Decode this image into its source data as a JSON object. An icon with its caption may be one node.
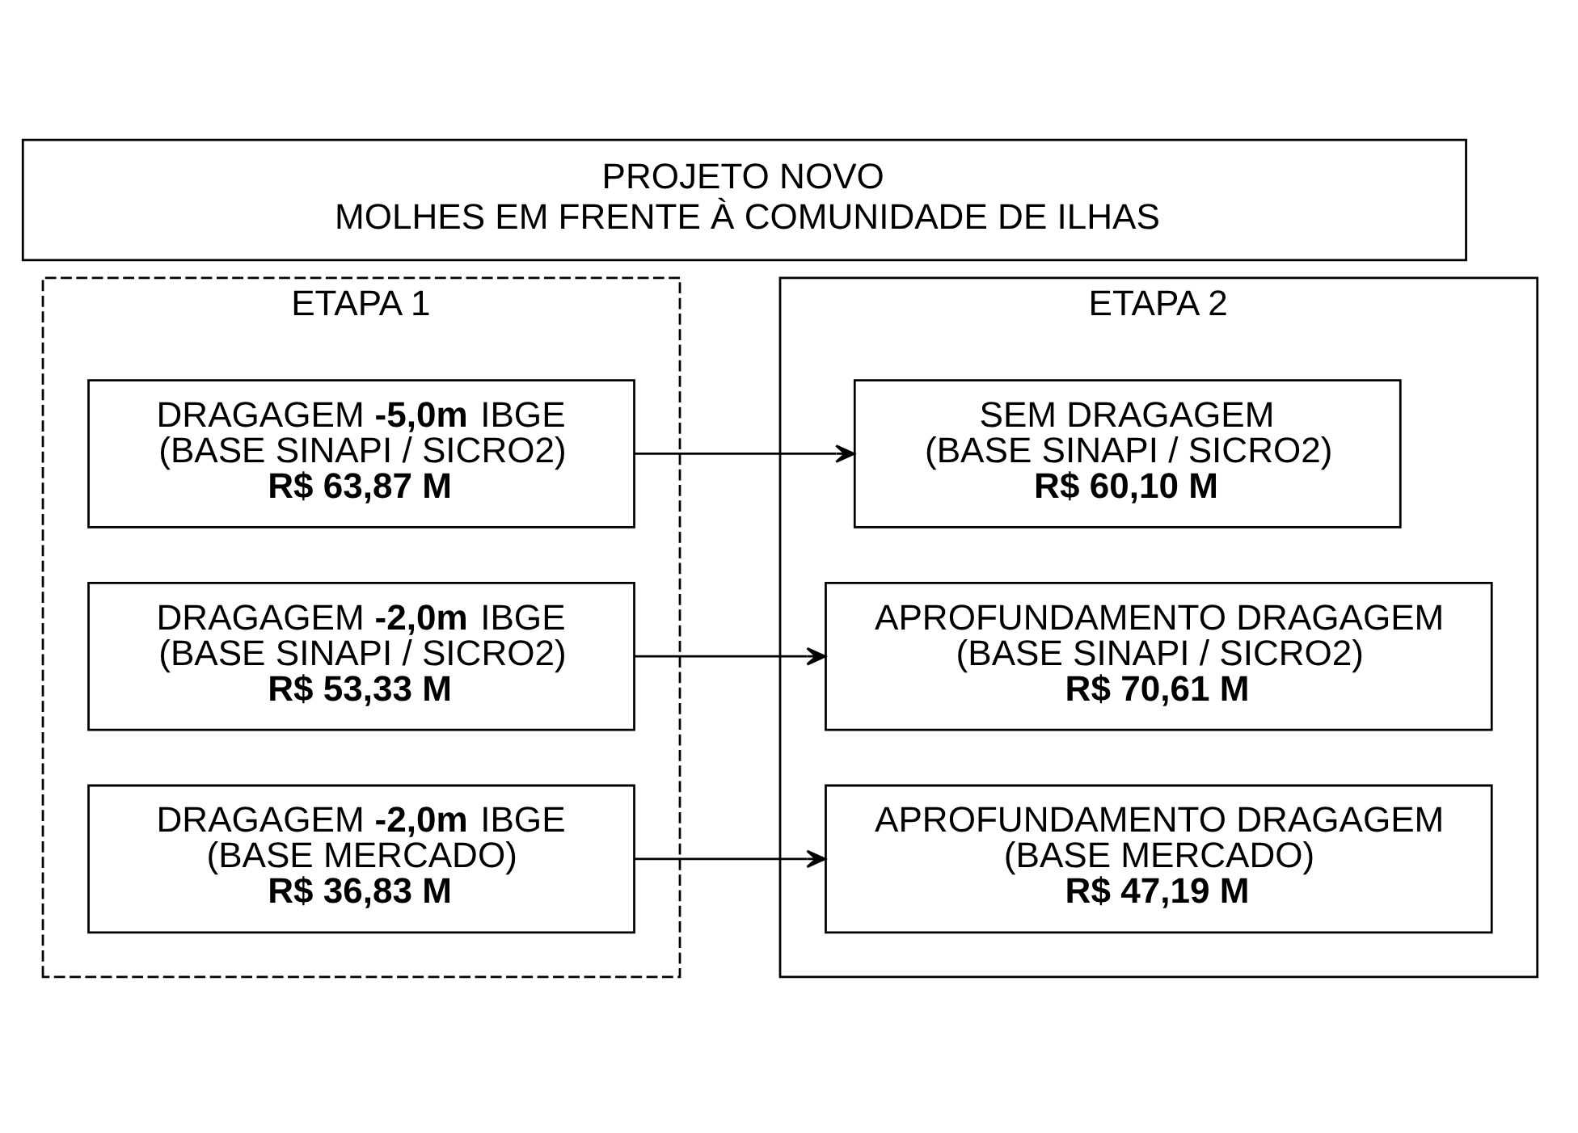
{
  "diagram": {
    "nodes": [
      {
        "text": [
          "PROJETO NOVO",
          "MOLHES EM FRENTE À COMUNIDADE DE ILHAS"
        ]
      },
      {
        "text": [
          "ETAPA 1"
        ]
      },
      {
        "text": [
          "DRAGAGEM **-5,0m** IBGE",
          "(BASE SINAPI / SICRO2)",
          "R$ 63,87 M"
        ],
        "in": 1
      },
      {
        "text": [
          "DRAGAGEM **-2,0m** IBGE",
          "(BASE SINAPI / SICRO2)",
          "R$ 53,33 M"
        ],
        "in": 1
      },
      {
        "text": [
          "DRAGAGEM **-2,0m** IBGE",
          "(BASE MERCADO)",
          "R$ 36,83 M"
        ],
        "in": 1
      },
      {
        "text": [
          "ETAPA 2"
        ]
      },
      {
        "text": [
          "SEM DRAGAGEM",
          "(BASE SINAPI / SICRO2)",
          "R$ 60,10 M"
        ],
        "in": 5
      },
      {
        "text": [
          "APROFUNDAMENTO DRAGAGEM",
          "(BASE SINAPI / SICRO2)",
          "R$ 70,61 M"
        ],
        "in": 5
      },
      {
        "text": [
          "APROFUNDAMENTO DRAGAGEM",
          "(BASE MERCADO)",
          "R$ 47,19 M"
        ],
        "in": 5
      }
    ],
    "edges": [
      {
        "from": 2,
        "to": 6,
        "arrow": "to"
      },
      {
        "from": 3,
        "to": 7,
        "arrow": "to"
      },
      {
        "from": 4,
        "to": 8,
        "arrow": "to"
      }
    ]
  }
}
